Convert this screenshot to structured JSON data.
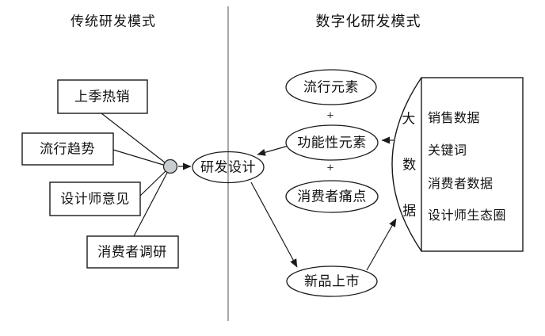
{
  "left_panel": {
    "title": "传统研发模式",
    "boxes": [
      {
        "label": "上季热销"
      },
      {
        "label": "流行趋势"
      },
      {
        "label": "设计师意见"
      },
      {
        "label": "消费者调研"
      }
    ]
  },
  "center": {
    "node_label": "研发设计"
  },
  "right_panel": {
    "title": "数字化研发模式",
    "element_ellipses": [
      {
        "label": "流行元素"
      },
      {
        "label": "功能性元素"
      },
      {
        "label": "消费者痛点"
      }
    ],
    "plus_sign": "+",
    "launch_label": "新品上市",
    "big_data": {
      "vertical_label_chars": [
        "大",
        "数",
        "据"
      ],
      "items": [
        {
          "label": "销售数据"
        },
        {
          "label": "关键词"
        },
        {
          "label": "消费者数据"
        },
        {
          "label": "设计师生态圈"
        }
      ]
    }
  },
  "colors": {
    "stroke": "#1a1a1a",
    "divider_line": "#848484",
    "junction_fill": "#c9cdd0",
    "background": "#ffffff"
  }
}
